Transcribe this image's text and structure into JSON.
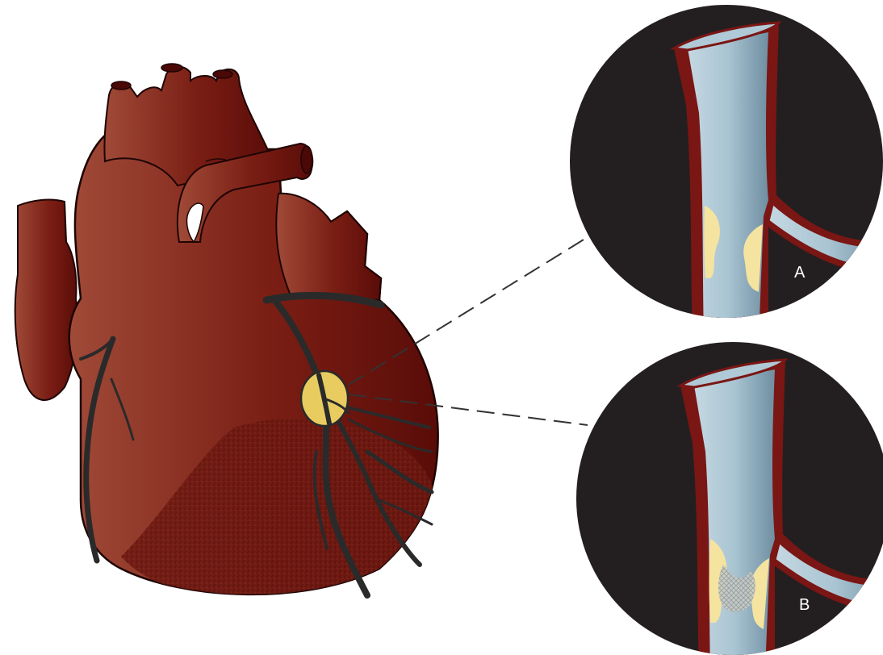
{
  "colors": {
    "background": "#ffffff",
    "heart_light": "#a04a38",
    "heart_mid": "#7a1e14",
    "heart_dark": "#5a0c08",
    "coronary_artery": "#2a2a2a",
    "highlight_plaque": "#e8cc60",
    "inset_background": "#231f20",
    "vessel_wall": "#7a1614",
    "vessel_lumen": "#a9c4d2",
    "plaque": "#f5e3a0",
    "callout_line": "#333333"
  },
  "insets": [
    {
      "id": "A",
      "label": "A",
      "condition": "plaque-narrowing"
    },
    {
      "id": "B",
      "label": "B",
      "condition": "plaque-with-clot"
    }
  ]
}
